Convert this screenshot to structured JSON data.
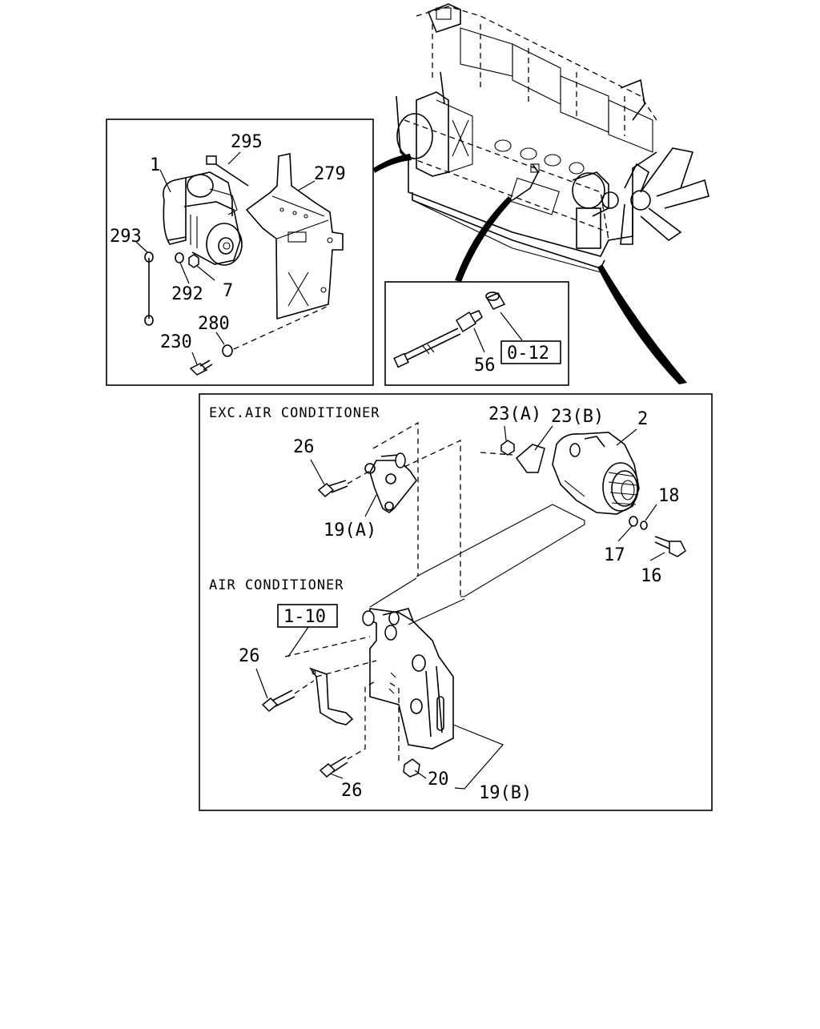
{
  "panels": {
    "starter": {
      "labels": {
        "p1": "1",
        "p295": "295",
        "p279": "279",
        "p293": "293",
        "p292": "292",
        "p7": "7",
        "p280": "280",
        "p230": "230"
      }
    },
    "sensor": {
      "labels": {
        "p56": "56",
        "ref": "0-12"
      }
    },
    "alternator": {
      "headings": {
        "exc_ac": "EXC.AIR CONDITIONER",
        "ac": "AIR CONDITIONER"
      },
      "labels": {
        "p23a": "23(A)",
        "p23b": "23(B)",
        "p2": "2",
        "p26_top": "26",
        "p18": "18",
        "p19a": "19(A)",
        "p17": "17",
        "p16": "16",
        "ref": "1-10",
        "p26_mid": "26",
        "p20": "20",
        "p19b": "19(B)",
        "p26_bot": "26"
      }
    }
  }
}
